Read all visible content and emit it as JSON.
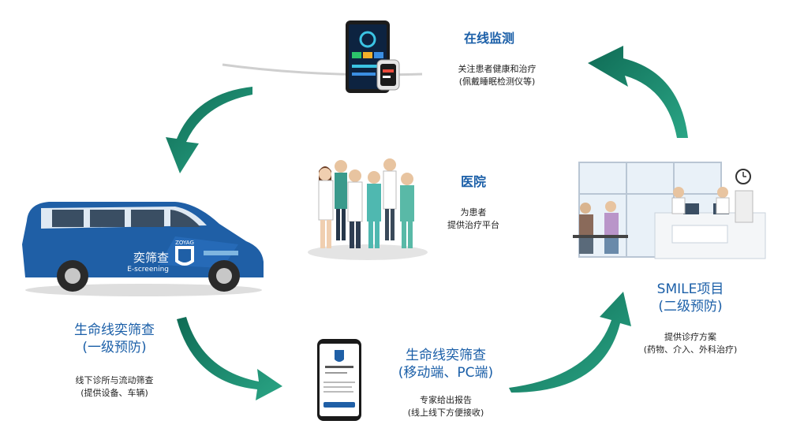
{
  "monitor": {
    "title": "在线监测",
    "line1": "关注患者健康和治疗",
    "line2": "(佩戴睡眠检测仪等)"
  },
  "hospital": {
    "title": "医院",
    "line1": "为患者",
    "line2": "提供治疗平台"
  },
  "smile": {
    "title1": "SMILE项目",
    "title2": "(二级预防)",
    "line1": "提供诊疗方案",
    "line2": "(药物、介入、外科治疗)"
  },
  "screening": {
    "title1": "生命线奕筛查",
    "title2": "(一级预防)",
    "line1": "线下诊所与流动筛查",
    "line2": "(提供设备、车辆)"
  },
  "mobile": {
    "title1": "生命线奕筛查",
    "title2": "(移动端、PC端)",
    "line1": "专家给出报告",
    "line2": "(线上线下方便接收)"
  },
  "van": {
    "logo_cn": "奕筛查",
    "logo_en": "E-screening",
    "brand": "ZOYAG"
  },
  "colors": {
    "arrow": "#1a8c6e",
    "title": "#1b5fa8",
    "van": "#1f5fa6"
  }
}
